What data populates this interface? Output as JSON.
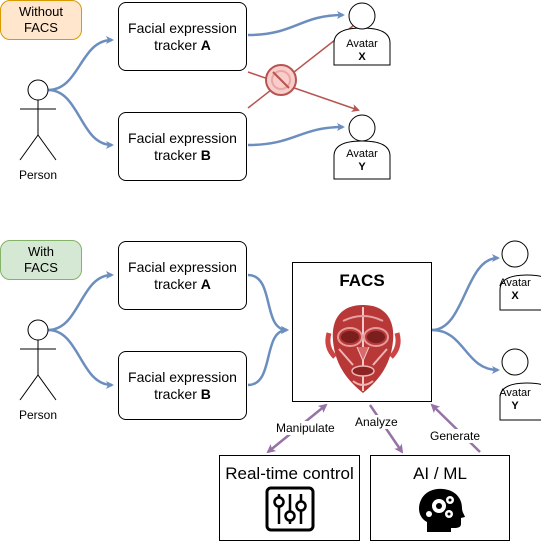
{
  "top": {
    "tag": [
      "Without",
      "FACS"
    ],
    "person": "Person",
    "tracker_a": {
      "line1": "Facial expression",
      "line2": "tracker",
      "letter": "A"
    },
    "tracker_b": {
      "line1": "Facial expression",
      "line2": "tracker",
      "letter": "B"
    },
    "avatar_x": {
      "label": "Avatar",
      "letter": "X"
    },
    "avatar_y": {
      "label": "Avatar",
      "letter": "Y"
    }
  },
  "bottom": {
    "tag": [
      "With",
      "FACS"
    ],
    "person": "Person",
    "tracker_a": {
      "line1": "Facial expression",
      "line2": "tracker",
      "letter": "A"
    },
    "tracker_b": {
      "line1": "Facial expression",
      "line2": "tracker",
      "letter": "B"
    },
    "facs_title": "FACS",
    "avatar_x": {
      "label": "Avatar",
      "letter": "X"
    },
    "avatar_y": {
      "label": "Avatar",
      "letter": "Y"
    },
    "realtime": "Real-time control",
    "aiml": "AI / ML",
    "edges": {
      "manipulate": "Manipulate",
      "analyze": "Analyze",
      "generate": "Generate"
    }
  },
  "colors": {
    "blue": "#6c8ebf",
    "red": "#b85450",
    "purple": "#9673a6",
    "orange_fill": "#ffe6cc",
    "green_fill": "#d5e8d4"
  },
  "icons": [
    "stick-figure-icon",
    "avatar-icon",
    "no-entry-icon",
    "face-muscles-icon",
    "sliders-icon",
    "brain-gear-icon"
  ]
}
